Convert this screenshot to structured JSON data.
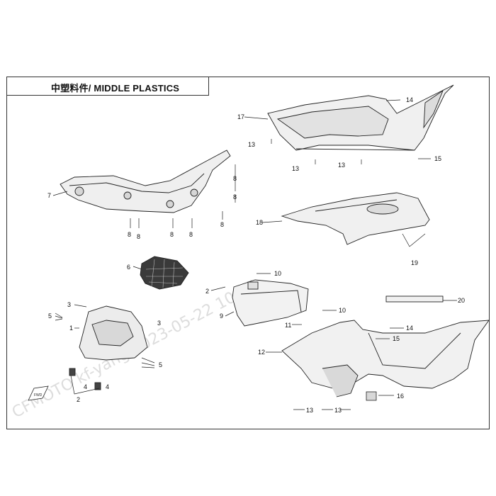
{
  "header": {
    "title": "中塑料件/ MIDDLE PLASTICS"
  },
  "watermark": {
    "text": "CFMOTO kf-yang 2023-05-22 10:05"
  },
  "callouts": {
    "c1": "1",
    "c2a": "2",
    "c2b": "2",
    "c3a": "3",
    "c3b": "3",
    "c4a": "4",
    "c4b": "4",
    "c5a": "5",
    "c5b": "5",
    "c6": "6",
    "c7": "7",
    "c8a": "8",
    "c8b": "8",
    "c8c": "8",
    "c8d": "8",
    "c8e": "8",
    "c8f": "8",
    "c8g": "8",
    "c9": "9",
    "c10a": "10",
    "c10b": "10",
    "c11": "11",
    "c12": "12",
    "c13a": "13",
    "c13b": "13",
    "c13c": "13",
    "c13d": "13",
    "c13e": "13",
    "c14a": "14",
    "c14b": "14",
    "c15a": "15",
    "c15b": "15",
    "c16": "16",
    "c17": "17",
    "c18": "18",
    "c19": "19",
    "c20": "20"
  },
  "fwd_badge": "FWD"
}
